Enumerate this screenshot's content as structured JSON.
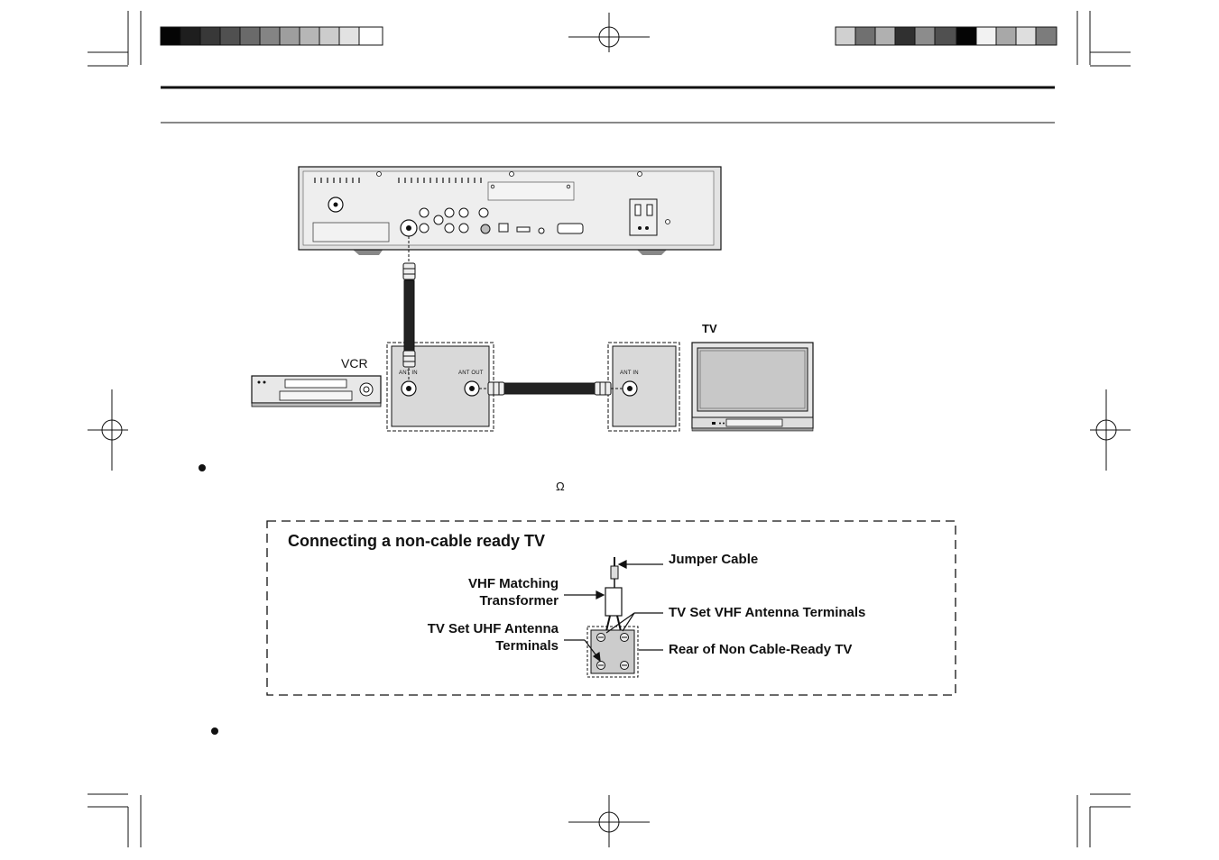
{
  "labels": {
    "vcr": "VCR",
    "tv": "TV",
    "ant_in_recorder": "ANT IN",
    "ant_out_recorder": "ANT OUT",
    "ant_in_tv": "ANT IN",
    "ohm_symbol": "Ω"
  },
  "inset": {
    "title": "Connecting a non-cable ready TV",
    "jumper_cable": "Jumper Cable",
    "vhf_matching_line1": "VHF Matching",
    "vhf_matching_line2": "Transformer",
    "vhf_terminals": "TV Set VHF Antenna Terminals",
    "uhf_terminals_line1": "TV Set UHF Antenna",
    "uhf_terminals_line2": "Terminals",
    "rear_label": "Rear of Non Cable-Ready TV"
  },
  "colors": {
    "ink": "#111111",
    "panel_gray": "#d9d9d9",
    "device_gray": "#e6e6e6",
    "screen_gray": "#c8c8c8"
  }
}
